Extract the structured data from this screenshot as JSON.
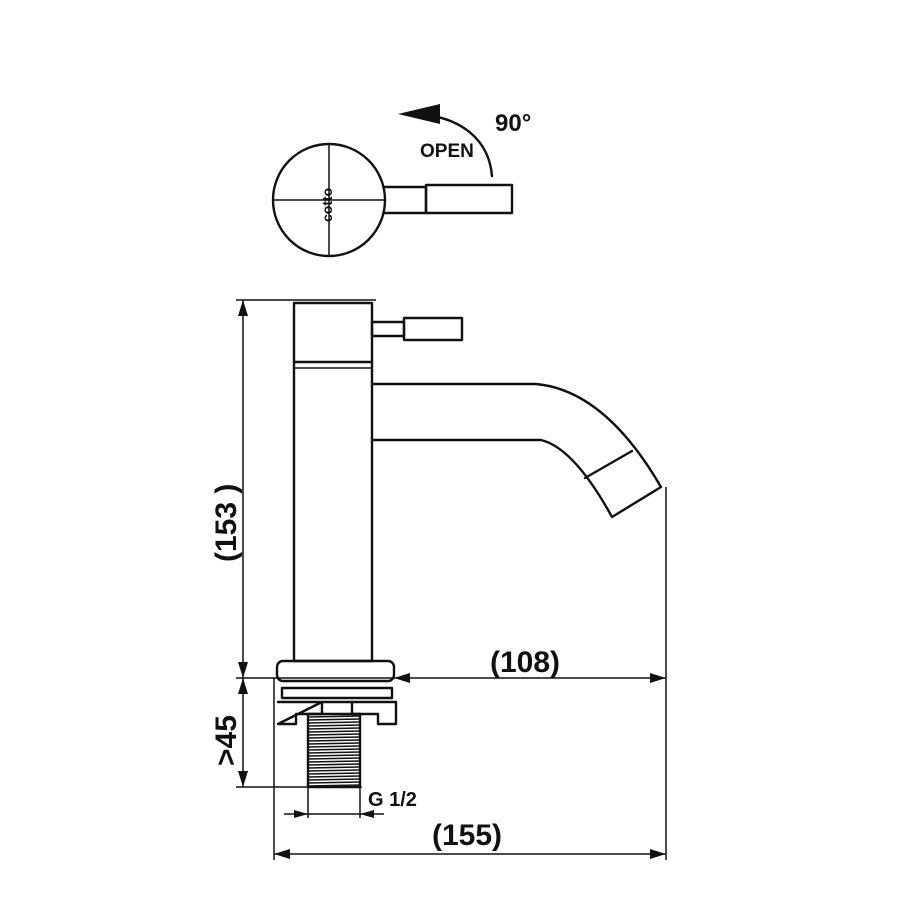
{
  "top_view": {
    "rotation_angle": "90°",
    "open_label": "OPEN",
    "brand_mark": "cotto"
  },
  "dimensions": {
    "total_height": "(153 )",
    "below_deck_height": ">45",
    "spout_reach": "(108)",
    "overall_length": "(155)",
    "thread_size": "G 1/2"
  },
  "colors": {
    "line": "#111111",
    "background": "#ffffff"
  }
}
